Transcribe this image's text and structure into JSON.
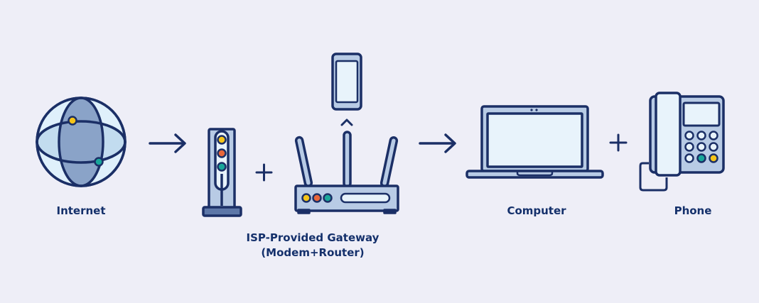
{
  "labels": {
    "internet": "Internet",
    "gateway_line1": "ISP-Provided Gateway",
    "gateway_line2": "(Modem+Router)",
    "computer": "Computer",
    "phone": "Phone"
  },
  "connectors": {
    "arrow_1": "→",
    "plus_1": "+",
    "arrow_2": "→",
    "plus_2": "+"
  },
  "colors": {
    "background": "#eeeef7",
    "outline": "#1b2f66",
    "device_fill": "#b8cbe5",
    "screen_fill": "#e8f3fb",
    "globe_fill": "#dff0fb",
    "globe_band": "#8aa3c8",
    "led_yellow": "#f5c419",
    "led_orange": "#e8663a",
    "led_teal": "#19a79a"
  },
  "icons": [
    "globe-icon",
    "modem-icon",
    "router-icon",
    "smartphone-icon",
    "laptop-icon",
    "desk-phone-icon"
  ]
}
